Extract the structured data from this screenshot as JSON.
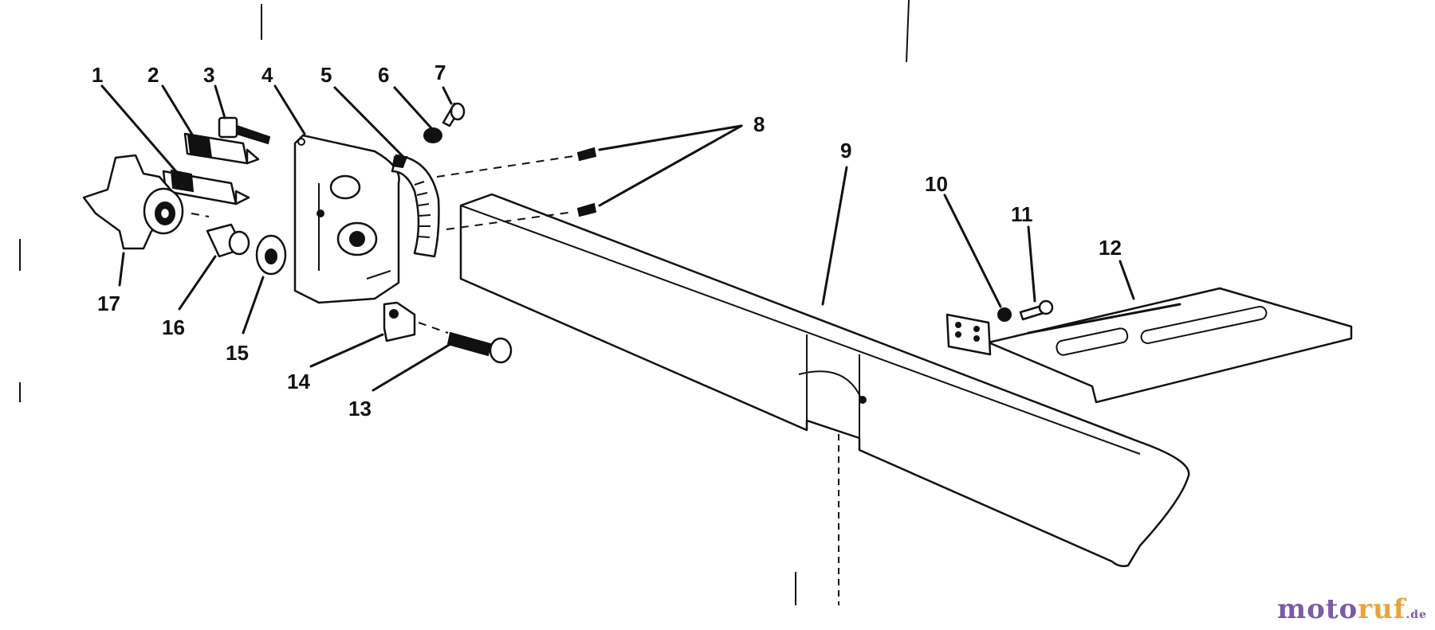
{
  "labels": {
    "p1": "1",
    "p2": "2",
    "p3": "3",
    "p4": "4",
    "p5": "5",
    "p6": "6",
    "p7": "7",
    "p8": "8",
    "p9": "9",
    "p10": "10",
    "p11": "11",
    "p12": "12",
    "p13": "13",
    "p14": "14",
    "p15": "15",
    "p16": "16",
    "p17": "17"
  },
  "watermark": {
    "part1": "moto",
    "part2": "ruf",
    "suffix": ".de"
  }
}
